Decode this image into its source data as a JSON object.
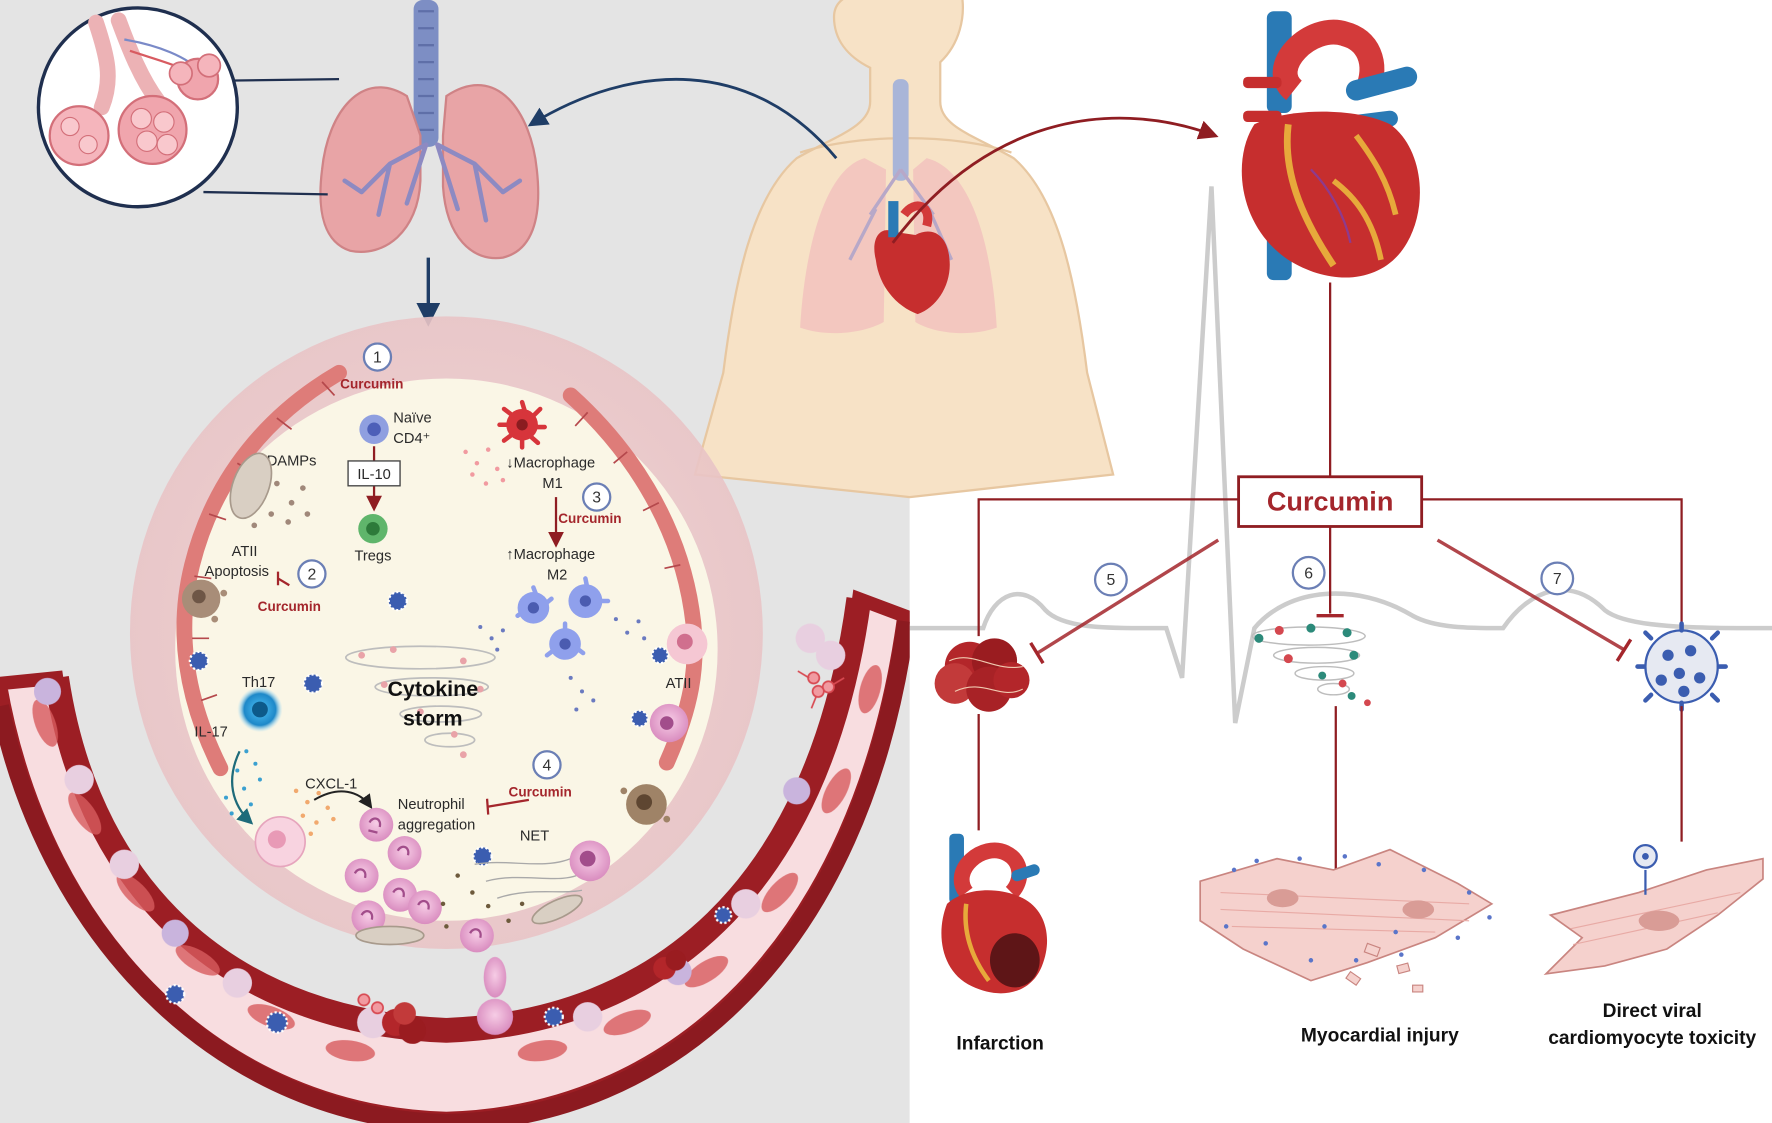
{
  "colors": {
    "left_panel": "#e4e4e4",
    "right_panel": "#ffffff",
    "curcumin_red": "#a4262c",
    "blood_vessel": "#9c1e24",
    "vessel_interior": "#f8dde0",
    "alveolus_interior": "#faf6e6",
    "lung": "#e8a4a6",
    "trachea": "#7d8ec4",
    "skin": "#f7e2c6",
    "heart_red": "#c62e2e",
    "artery_blue": "#2a7ab5",
    "arrow_navy": "#1f3d66",
    "ecg_line": "#cccccc"
  },
  "icons": [
    "lung-icon",
    "alveoli-inset-icon",
    "human-torso-icon",
    "heart-icon",
    "infarcted-heart-icon",
    "cardiomyocyte-icon",
    "virus-icon",
    "thrombus-icon",
    "cytokine-icon",
    "macrophage-icon",
    "neutrophil-icon",
    "t-cell-icon",
    "ecg-trace-icon"
  ],
  "alveolus": {
    "step1": {
      "number": "1",
      "inhibitor": "Curcumin"
    },
    "naive_label_line1": "Naïve",
    "naive_label_line2": "CD4⁺",
    "il10_label": "IL-10",
    "tregs_label": "Tregs",
    "damps_label": "DAMPs",
    "step2": {
      "number": "2",
      "inhibitor": "Curcumin"
    },
    "atii_apoptosis_line1": "ATII",
    "atii_apoptosis_line2": "Apoptosis",
    "step3": {
      "number": "3",
      "inhibitor": "Curcumin"
    },
    "macrophage_m1_line1": "↓Macrophage",
    "macrophage_m1_line2": "M1",
    "macrophage_m2_line1": "↑Macrophage",
    "macrophage_m2_line2": "M2",
    "atii_label": "ATII",
    "th17_label": "Th17",
    "il17_label": "IL-17",
    "cytokine_storm_line1": "Cytokine",
    "cytokine_storm_line2": "storm",
    "cxcl1_label": "CXCL-1",
    "step4": {
      "number": "4",
      "inhibitor": "Curcumin"
    },
    "neutrophil_line1": "Neutrophil",
    "neutrophil_line2": "aggregation",
    "net_label": "NET"
  },
  "heart_panel": {
    "curcumin_label": "Curcumin",
    "step5": "5",
    "step6": "6",
    "step7": "7",
    "outcome_infarction": "Infarction",
    "outcome_myocardial": "Myocardial injury",
    "outcome_viral_line1": "Direct viral",
    "outcome_viral_line2": "cardiomyocyte toxicity"
  }
}
